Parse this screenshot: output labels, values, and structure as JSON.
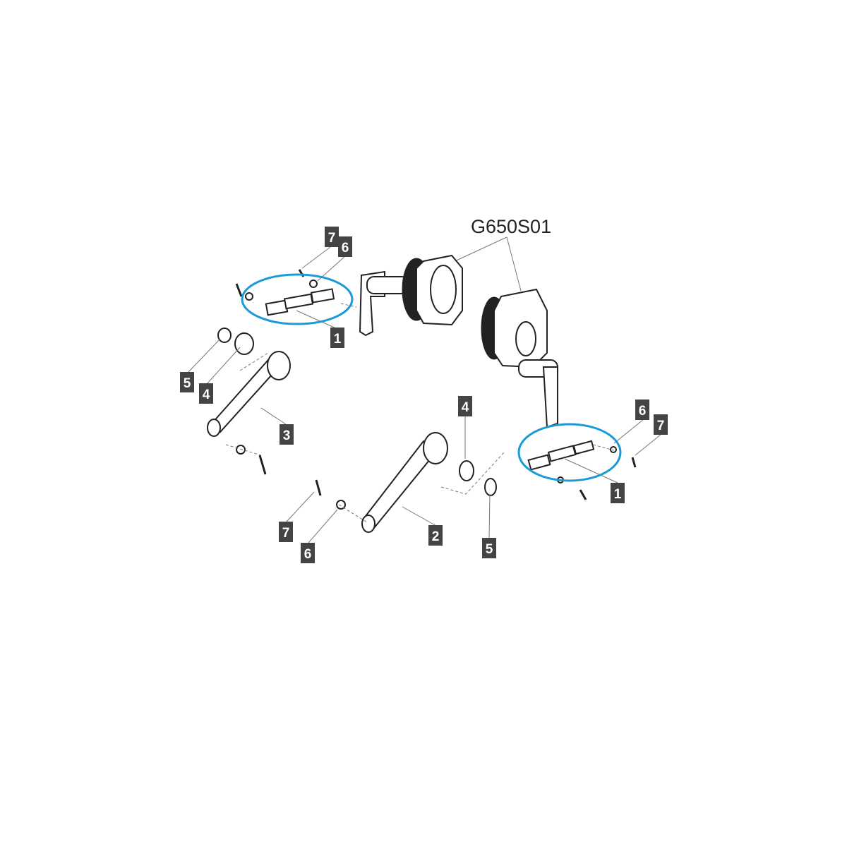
{
  "diagram": {
    "assembly_label": "G650S01",
    "highlight_color": "#1a9ad6",
    "callouts": [
      "7",
      "6",
      "1",
      "5",
      "4",
      "3",
      "4",
      "6",
      "7",
      "1",
      "7",
      "2",
      "6",
      "5"
    ]
  }
}
